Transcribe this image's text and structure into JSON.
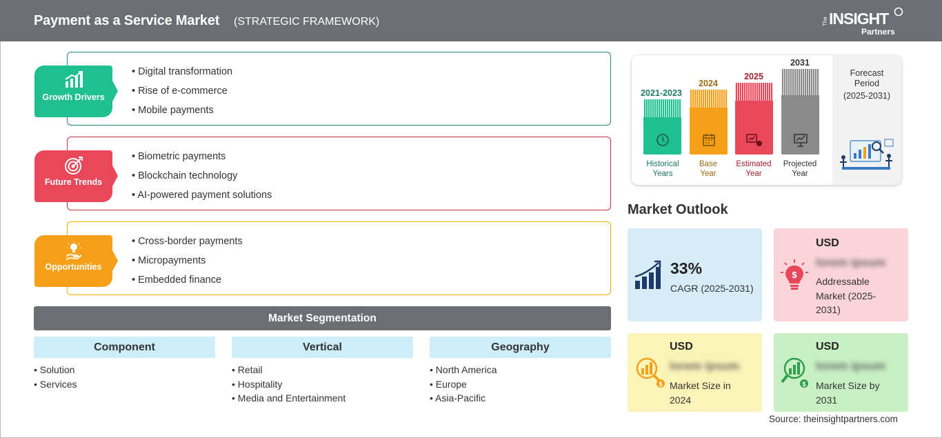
{
  "header": {
    "title": "Payment as a Service Market",
    "subtitle": "(STRATEGIC FRAMEWORK)",
    "logo": {
      "the": "The",
      "insight": "INSIGHT",
      "partners": "Partners"
    }
  },
  "framework": [
    {
      "label": "Growth Drivers",
      "color": "#1fbf8f",
      "border": "#2a8a6a",
      "icon": "growth-chart-icon",
      "items": [
        "Digital transformation",
        "Rise of e-commerce",
        "Mobile payments"
      ]
    },
    {
      "label": "Future Trends",
      "color": "#e8485a",
      "border": "#c9323f",
      "icon": "target-icon",
      "items": [
        "Biometric payments",
        "Blockchain technology",
        "AI-powered payment solutions"
      ]
    },
    {
      "label": "Opportunities",
      "color": "#f6a01a",
      "border": "#f0b400",
      "icon": "lightbulb-hand-icon",
      "items": [
        "Cross-border payments",
        "Micropayments",
        "Embedded finance"
      ]
    }
  ],
  "segmentation": {
    "title": "Market Segmentation",
    "columns": [
      {
        "heading": "Component",
        "items": [
          "Solution",
          "Services"
        ]
      },
      {
        "heading": "Vertical",
        "items": [
          "Retail",
          "Hospitality",
          "Media and Entertainment"
        ]
      },
      {
        "heading": "Geography",
        "items": [
          "North America",
          "Europe",
          "Asia-Pacific"
        ]
      }
    ]
  },
  "timeline": {
    "periods": [
      {
        "year": "2021-2023",
        "caption": "Historical Years",
        "color": "#1fbf8f",
        "year_color": "#1a7a5e",
        "icon": "history-icon"
      },
      {
        "year": "2024",
        "caption": "Base Year",
        "color": "#f6a01a",
        "year_color": "#9a6a10",
        "icon": "calendar-icon"
      },
      {
        "year": "2025",
        "caption": "Estimated Year",
        "color": "#e8485a",
        "year_color": "#a3202e",
        "icon": "estimate-icon"
      },
      {
        "year": "2031",
        "caption": "Projected Year",
        "color": "#8a8a8a",
        "year_color": "#333333",
        "icon": "projection-icon"
      }
    ],
    "forecast": {
      "line1": "Forecast",
      "line2": "Period",
      "line3": "(2025-2031)"
    }
  },
  "outlook": {
    "title": "Market Outlook",
    "cagr": {
      "value": "33%",
      "label": "CAGR (2025-2031)",
      "color": "#d6ecf6"
    },
    "addressable": {
      "usd": "USD",
      "value": "lorem ipsum",
      "label_lines": [
        "Addressable",
        "Market (2025-",
        "2031)"
      ],
      "color": "#fbd4d9"
    },
    "size_2024": {
      "usd": "USD",
      "value": "lorem ipsum",
      "label_lines": [
        "Market Size in",
        "2024"
      ],
      "color": "#fbf4b8"
    },
    "size_2031": {
      "usd": "USD",
      "value": "lorem ipsum",
      "label_lines": [
        "Market Size by",
        "2031"
      ],
      "color": "#c8f0c4"
    }
  },
  "source": "Source: theinsightpartners.com"
}
